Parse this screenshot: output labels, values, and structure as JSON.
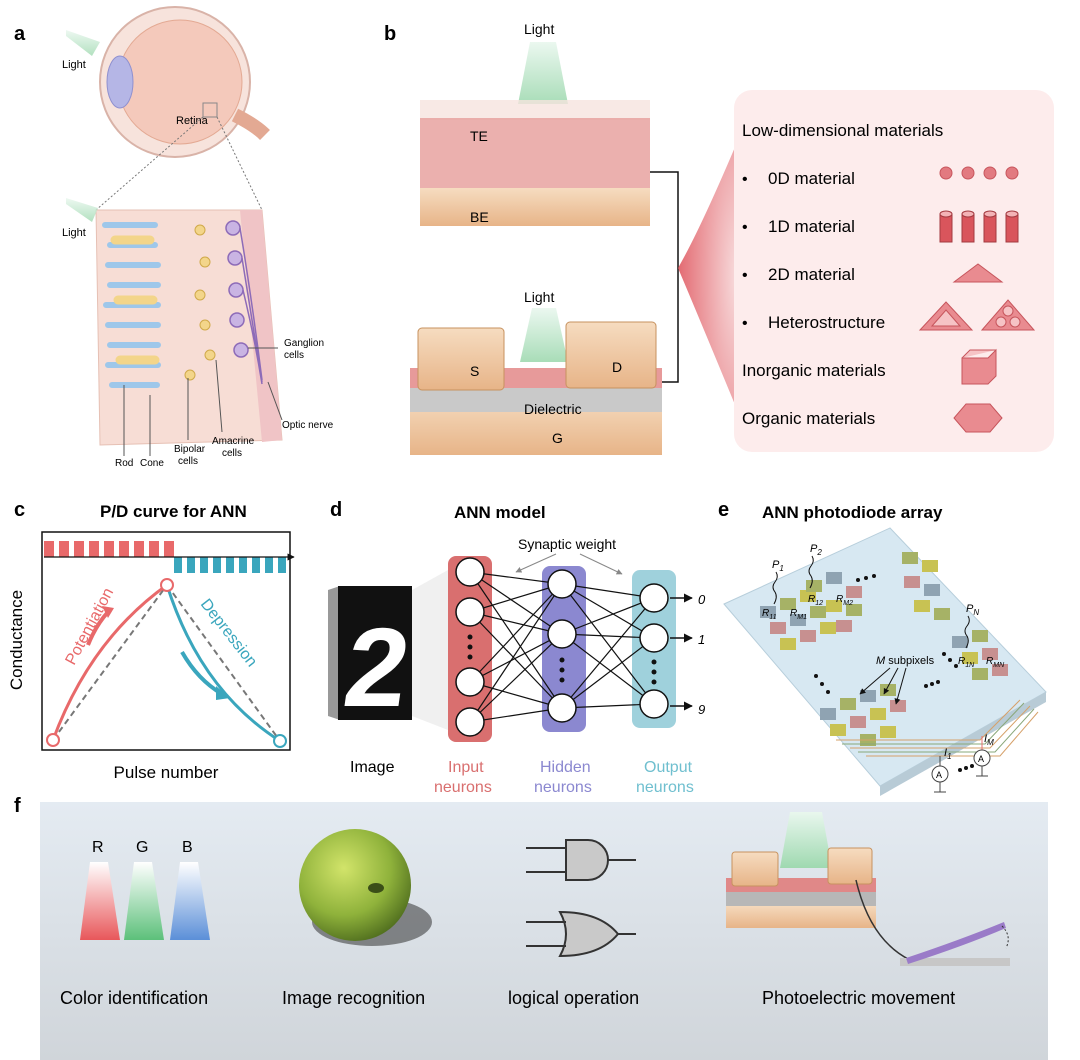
{
  "panels": {
    "a": {
      "letter": "a",
      "light": "Light",
      "retina": "Retina",
      "light2": "Light",
      "ganglion_1": "Ganglion",
      "ganglion_2": "cells",
      "optic_nerve": "Optic nerve",
      "rod": "Rod",
      "cone": "Cone",
      "bipolar_1": "Bipolar",
      "bipolar_2": "cells",
      "amacrine_1": "Amacrine",
      "amacrine_2": "cells"
    },
    "b": {
      "letter": "b",
      "light_top": "Light",
      "te": "TE",
      "be": "BE",
      "light_bottom": "Light",
      "s": "S",
      "d": "D",
      "dielectric": "Dielectric",
      "g": "G",
      "box_title": "Low-dimensional materials",
      "bullet": "•",
      "items": [
        "0D material",
        "1D material",
        "2D material",
        "Heterostructure"
      ],
      "inorganic": "Inorganic  materials",
      "organic": "Organic materials"
    },
    "c": {
      "letter": "c",
      "title": "P/D curve for ANN",
      "ylabel": "Conductance",
      "xlabel": "Pulse number",
      "potentiation": "Potentiation",
      "depression": "Depression",
      "colors": {
        "potentiation": "#e8696a",
        "depression": "#3aa6bd"
      }
    },
    "d": {
      "letter": "d",
      "title": "ANN model",
      "synaptic": "Synaptic weight",
      "image_label": "Image",
      "digit": "2",
      "input_1": "Input",
      "input_2": "neurons",
      "hidden_1": "Hidden",
      "hidden_2": "neurons",
      "output_1": "Output",
      "output_2": "neurons",
      "out_0": "0",
      "out_1": "1",
      "out_9": "9",
      "colors": {
        "input": "#d96f6f",
        "hidden": "#8b88d0",
        "output": "#9fd1dc"
      }
    },
    "e": {
      "letter": "e",
      "title": "ANN photodiode array",
      "p1": "P",
      "p1s": "1",
      "p2": "P",
      "p2s": "2",
      "pn": "P",
      "pns": "N",
      "r11": "R",
      "r11s": "11",
      "rm1": "R",
      "rm1s": "M1",
      "r12": "R",
      "r12s": "12",
      "rm2": "R",
      "rm2s": "M2",
      "r1n": "R",
      "r1ns": "1N",
      "rmn": "R",
      "rmns": "MN",
      "m_sub_1": "M",
      "m_sub_2": " subpixels",
      "i1": "I",
      "i1s": "1",
      "im": "I",
      "ims": "M",
      "a": "A",
      "a2": "A"
    },
    "f": {
      "letter": "f",
      "r": "R",
      "g": "G",
      "b": "B",
      "captions": [
        "Color identification",
        "Image recognition",
        "logical operation",
        "Photoelectric movement"
      ]
    }
  }
}
